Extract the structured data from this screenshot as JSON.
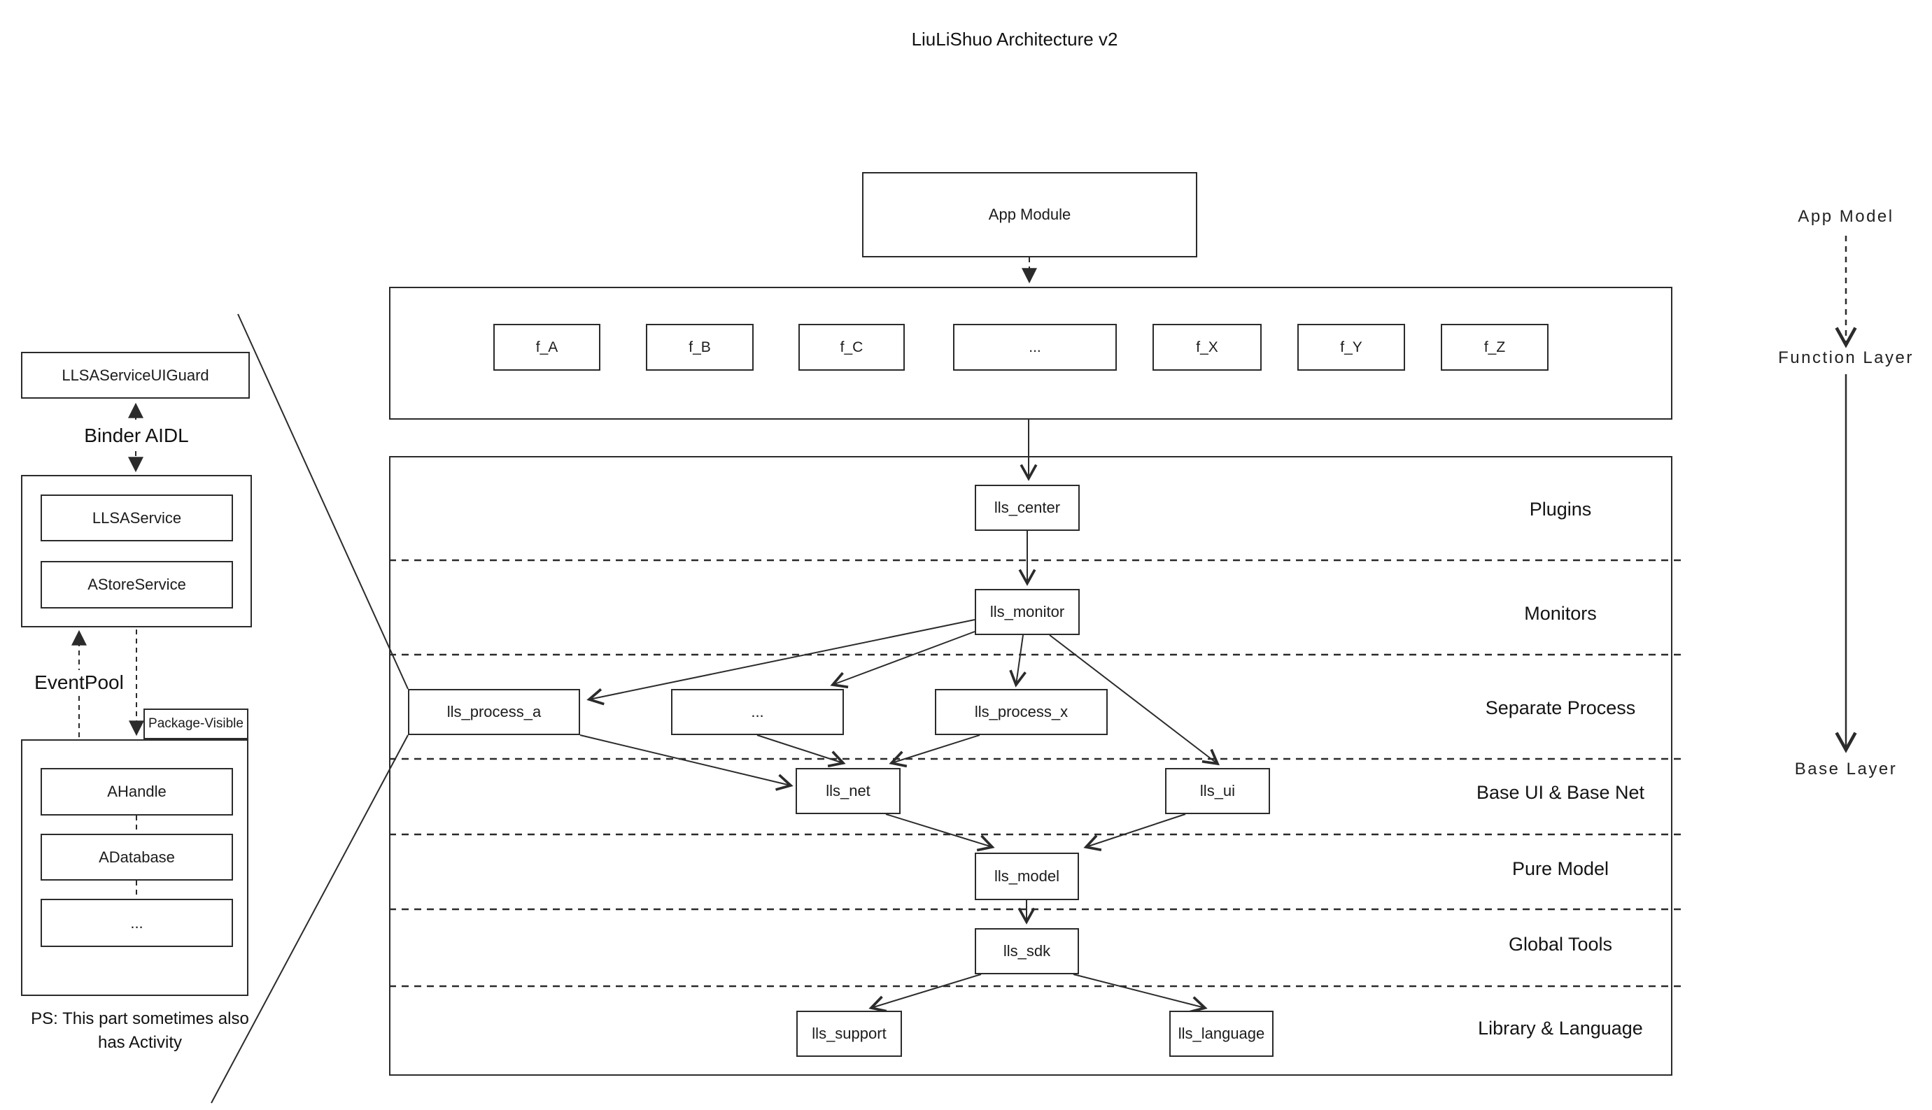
{
  "title": "LiuLiShuo Architecture v2",
  "app_module": {
    "label": "App Module"
  },
  "function_layer": {
    "boxes": [
      "f_A",
      "f_B",
      "f_C",
      "...",
      "f_X",
      "f_Y",
      "f_Z"
    ]
  },
  "main": {
    "rows": [
      "Plugins",
      "Monitors",
      "Separate Process",
      "Base UI & Base Net",
      "Pure Model",
      "Global Tools",
      "Library & Language"
    ],
    "center": "lls_center",
    "monitor": "lls_monitor",
    "process_a": "lls_process_a",
    "process_dots": "...",
    "process_x": "lls_process_x",
    "net": "lls_net",
    "ui": "lls_ui",
    "model": "lls_model",
    "sdk": "lls_sdk",
    "support": "lls_support",
    "language": "lls_language"
  },
  "left_panel": {
    "uiguard": "LLSAServiceUIGuard",
    "binder_label": "Binder AIDL",
    "service": "LLSAService",
    "store_service": "AStoreService",
    "eventpool_label": "EventPool",
    "package_tag": "Package-Visible",
    "handle": "AHandle",
    "database": "ADatabase",
    "dots": "...",
    "ps_line1": "PS: This part sometimes also",
    "ps_line2": "has Activity"
  },
  "right_legend": {
    "app_model": "App Model",
    "function_layer": "Function Layer",
    "base_layer": "Base Layer"
  },
  "colors": {
    "stroke": "#2b2b2b",
    "background": "#ffffff",
    "text": "#1c1c1c"
  }
}
